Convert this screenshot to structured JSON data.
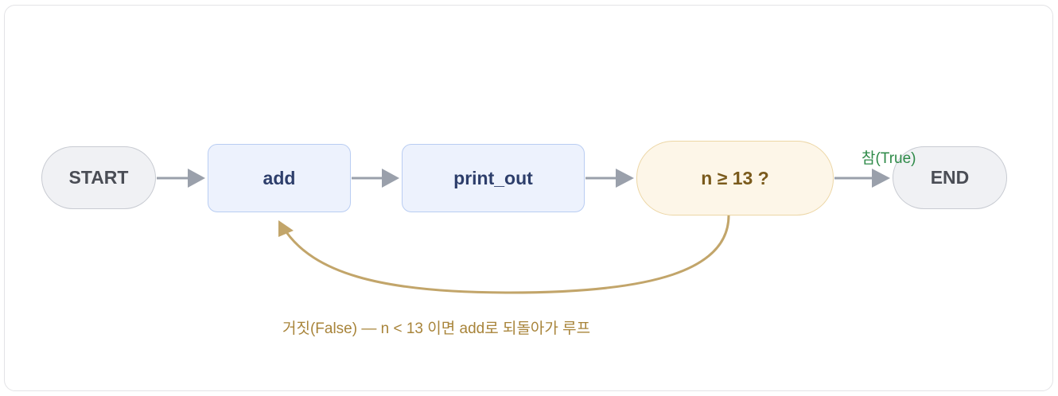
{
  "nodes": {
    "start": "START",
    "add": "add",
    "print_out": "print_out",
    "condition": "n ≥ 13 ?",
    "end": "END"
  },
  "edges": {
    "true_label": "참(True)",
    "false_label": "거짓(False) — n < 13 이면 add로 되돌아가 루프"
  },
  "colors": {
    "arrow": "#9aa0ab",
    "loop_arrow": "#c2a56a",
    "true_text": "#2e8a48",
    "false_text": "#a8843a"
  }
}
